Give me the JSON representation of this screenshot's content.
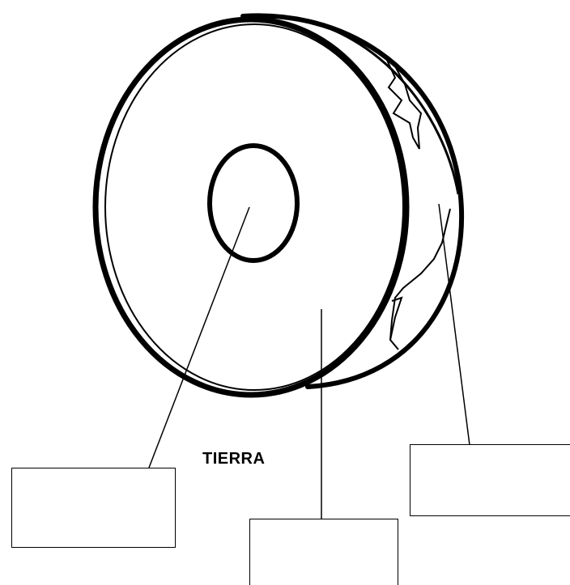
{
  "diagram": {
    "title": "TIERRA",
    "stroke_color": "#000000",
    "background_color": "#ffffff",
    "label_boxes": [
      {
        "id": "core",
        "text": ""
      },
      {
        "id": "mantle",
        "text": ""
      },
      {
        "id": "crust",
        "text": ""
      }
    ]
  }
}
